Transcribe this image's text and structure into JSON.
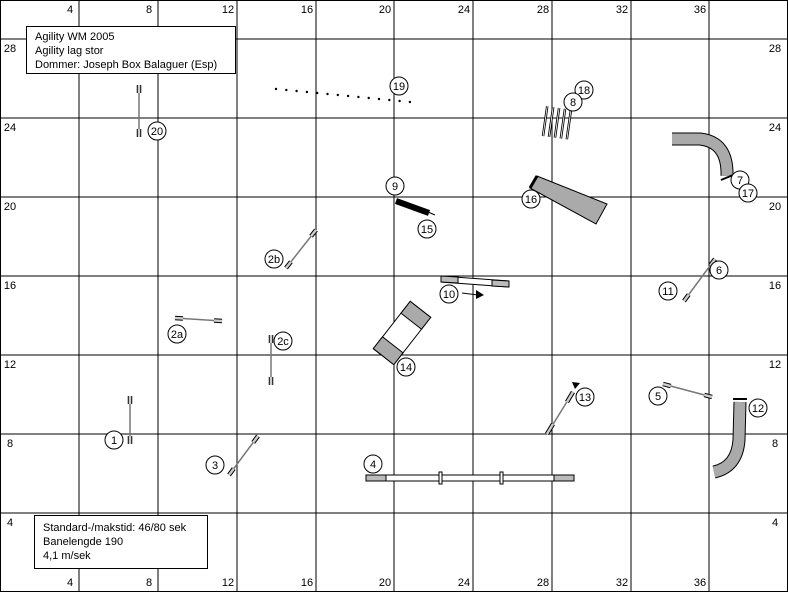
{
  "course": {
    "title": "Agility WM 2005",
    "class": "Agility lag stor",
    "judge": "Dommer: Joseph Box Balaguer (Esp)"
  },
  "stats": {
    "time": "Standard-/makstid: 46/80 sek",
    "length": "Banelengde 190",
    "speed": "4,1 m/sek"
  },
  "grid": {
    "x_top": [
      "4",
      "8",
      "12",
      "16",
      "20",
      "24",
      "28",
      "32",
      "36"
    ],
    "x_bottom": [
      "4",
      "8",
      "12",
      "16",
      "20",
      "24",
      "28",
      "32",
      "36"
    ],
    "y_left": [
      "28",
      "24",
      "20",
      "16",
      "12",
      "8",
      "4"
    ],
    "y_right": [
      "28",
      "24",
      "20",
      "16",
      "12",
      "8",
      "4"
    ]
  },
  "obstacle_labels": [
    "1",
    "2a",
    "2b",
    "2c",
    "3",
    "4",
    "5",
    "6",
    "7",
    "8",
    "9",
    "10",
    "11",
    "12",
    "13",
    "14",
    "15",
    "16",
    "17",
    "18",
    "19",
    "20"
  ]
}
